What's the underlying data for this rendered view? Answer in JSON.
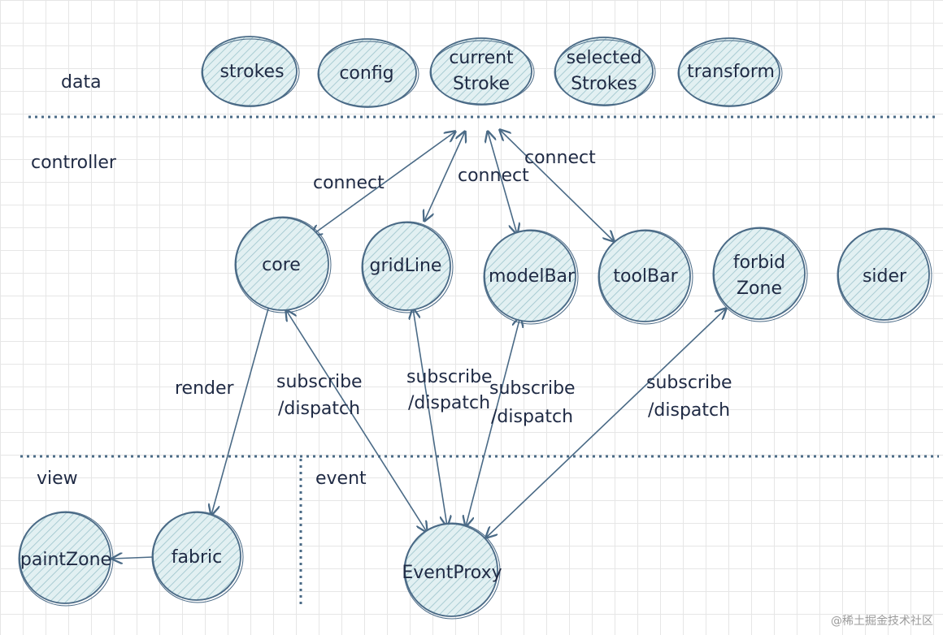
{
  "sections": {
    "data": "data",
    "controller": "controller",
    "view": "view",
    "event": "event"
  },
  "nodes": {
    "strokes": "strokes",
    "config": "config",
    "current_stroke": [
      "current",
      "Stroke"
    ],
    "selected_strokes": [
      "selected",
      "Strokes"
    ],
    "transform": "transform",
    "core": "core",
    "gridline": "gridLine",
    "modelbar": "modelBar",
    "toolbar": "toolBar",
    "forbid_zone": [
      "forbid",
      "Zone"
    ],
    "sider": "sider",
    "paintzone": "paintZone",
    "fabric": "fabric",
    "eventproxy": "EventProxy"
  },
  "edges": {
    "connect": "connect",
    "render": "render",
    "subscribe": "subscribe",
    "dispatch": "/dispatch"
  },
  "watermark": "@稀土掘金技术社区",
  "colors": {
    "node_fill": "#dcebef",
    "stroke": "#4a6a86",
    "text": "#1f2a44",
    "divider": "#4a6a86"
  }
}
